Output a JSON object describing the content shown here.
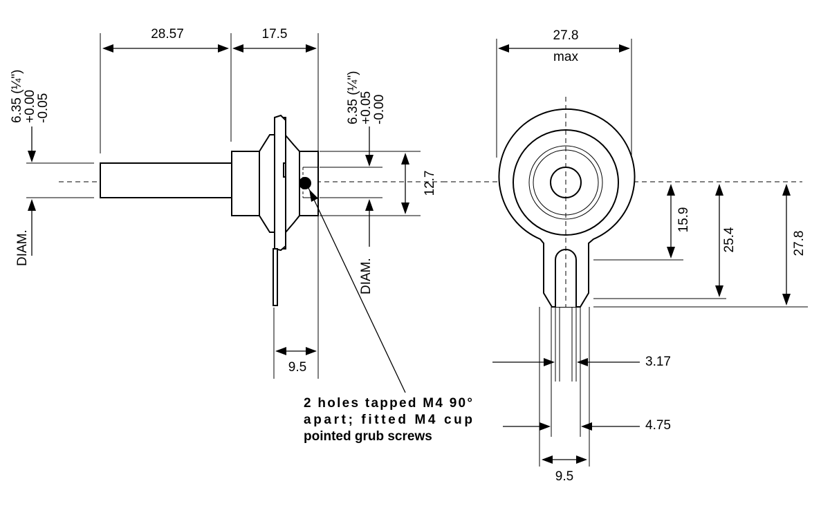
{
  "side_view": {
    "dim_length_shaft": "28.57",
    "dim_length_body": "17.5",
    "shaft_diam_line1": "6.35 (¼\")",
    "shaft_diam_line2": "+0.00",
    "shaft_diam_line3": "-0.05",
    "shaft_diam_label": "DIAM.",
    "bore_diam_line1": "6.35 (¼\")",
    "bore_diam_line2": "+0.05",
    "bore_diam_line3": "-0.00",
    "bore_diam_label": "DIAM.",
    "dim_hub_dia": "12.7",
    "dim_hub_width": "9.5",
    "note_line1": "2 holes tapped M4 90°",
    "note_line2": "apart; fitted M4 cup",
    "note_line3": "pointed grub screws"
  },
  "front_view": {
    "dim_width": "27.8",
    "dim_width_note": "max",
    "dim_15_9": "15.9",
    "dim_25_4": "25.4",
    "dim_27_8": "27.8",
    "dim_slot_inner": "3.17",
    "dim_slot_outer": "4.75",
    "dim_tab_width": "9.5"
  }
}
